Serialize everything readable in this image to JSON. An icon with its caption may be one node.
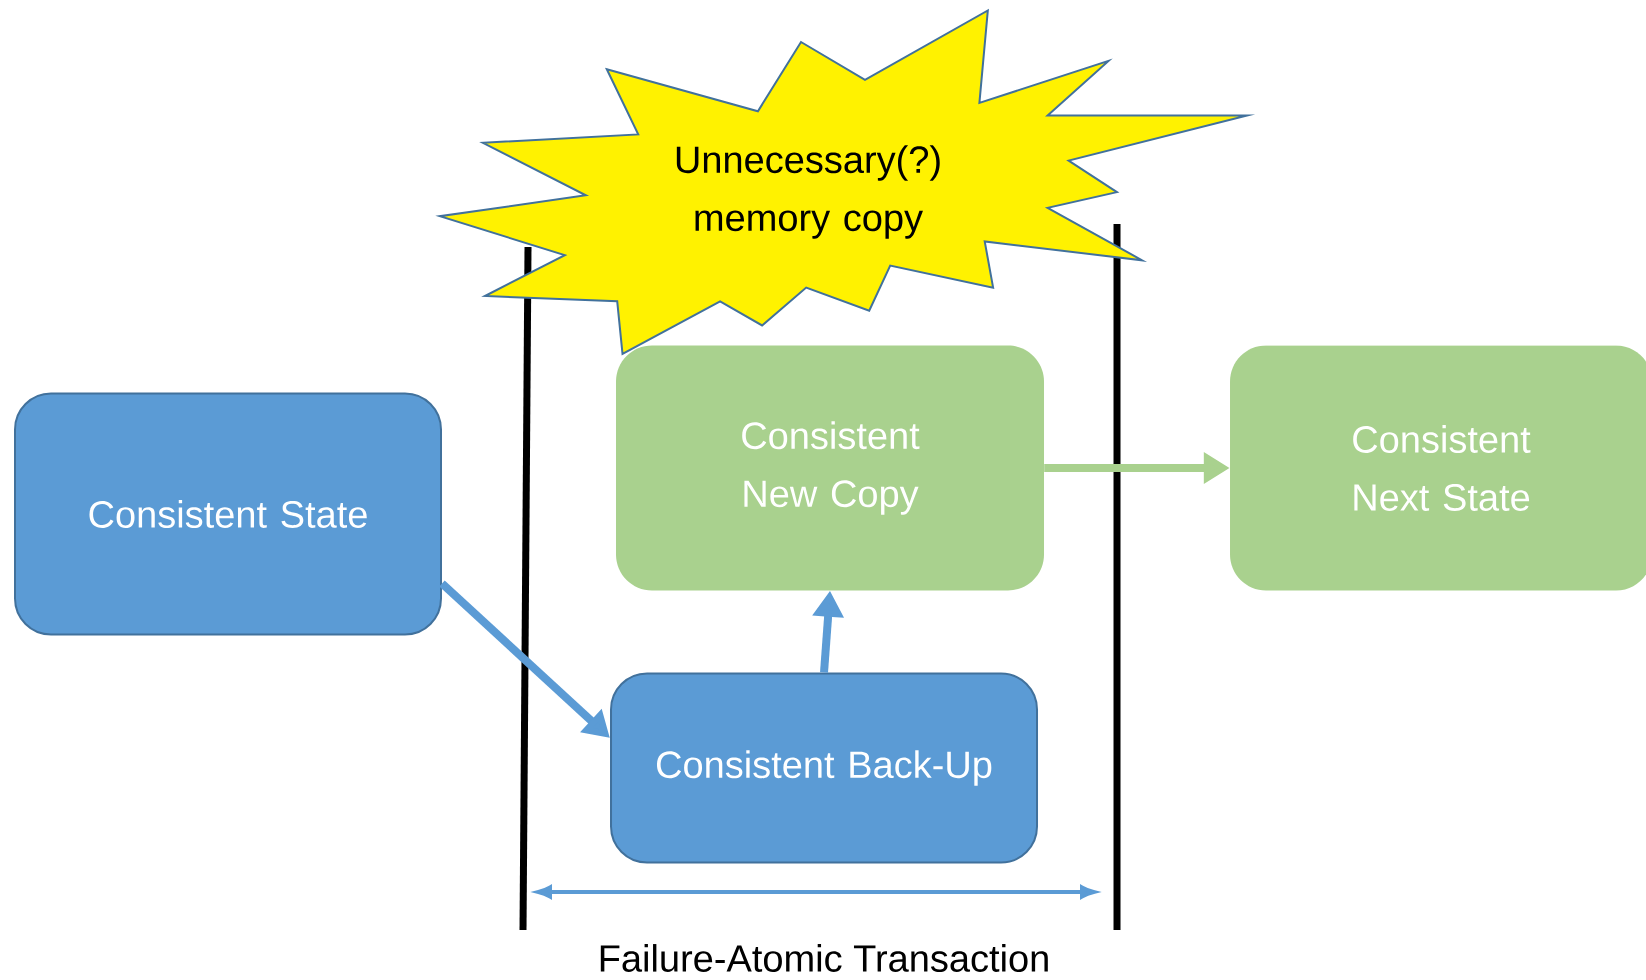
{
  "diagram": {
    "nodes": [
      {
        "text": [
          "Unnecessary(?) memory copy"
        ]
      },
      {
        "text": [
          "Consistent State"
        ]
      },
      {
        "text": [
          "Consistent New Copy"
        ]
      },
      {
        "text": [
          "Consistent Next State"
        ]
      },
      {
        "text": [
          "Consistent Back-Up"
        ]
      }
    ],
    "edges": [
      {
        "from": 1,
        "to": 4,
        "arrow": "to"
      },
      {
        "from": 4,
        "to": 2,
        "arrow": "to"
      },
      {
        "from": 2,
        "to": 3,
        "arrow": "to",
        "color": "#a9d18e"
      }
    ],
    "labels": [
      "Failure-Atomic Transaction"
    ]
  }
}
